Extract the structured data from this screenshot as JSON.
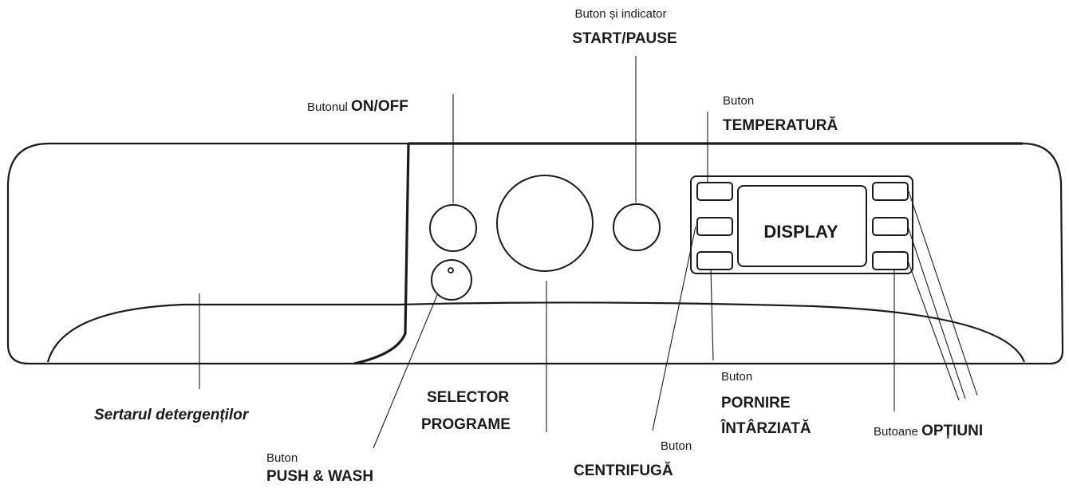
{
  "labels": {
    "start_pause_prefix": "Buton  și indicator",
    "start_pause_name": "START/PAUSE",
    "on_off_prefix": "Butonul ",
    "on_off_name": "ON/OFF",
    "temperature_prefix": "Buton",
    "temperature_name": "TEMPERATURĂ",
    "display": "DISPLAY",
    "drawer": "Sertarul detergenților",
    "push_wash_prefix": "Buton",
    "push_wash_name": "PUSH & WASH",
    "selector_line1": "SELECTOR",
    "selector_line2": "PROGRAME",
    "spin_prefix": "Buton",
    "spin_name": "CENTRIFUGĂ",
    "delay_prefix": "Buton",
    "delay_line1": "PORNIRE",
    "delay_line2": "ÎNTÂRZIATĂ",
    "options_prefix": "Butoane ",
    "options_name": "OPȚIUNI"
  }
}
